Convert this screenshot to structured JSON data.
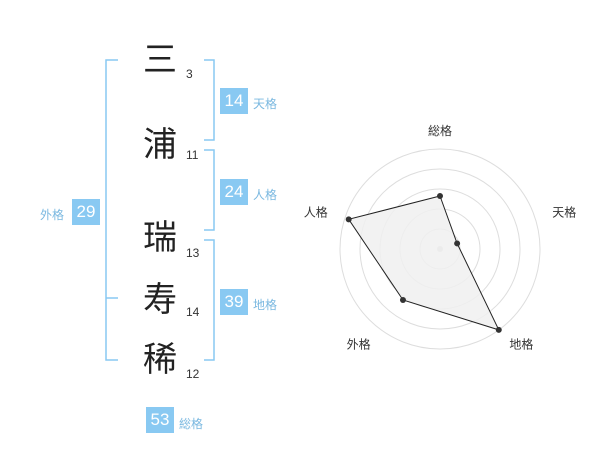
{
  "name": {
    "chars": [
      {
        "char": "三",
        "strokes": "3"
      },
      {
        "char": "浦",
        "strokes": "11"
      },
      {
        "char": "瑞",
        "strokes": "13"
      },
      {
        "char": "寿",
        "strokes": "14"
      },
      {
        "char": "稀",
        "strokes": "12"
      }
    ]
  },
  "kakaku": {
    "tenkaku": {
      "value": "14",
      "label": "天格"
    },
    "jinkaku": {
      "value": "24",
      "label": "人格"
    },
    "chikaku": {
      "value": "39",
      "label": "地格"
    },
    "gaikaku": {
      "value": "29",
      "label": "外格"
    },
    "soukaku": {
      "value": "53",
      "label": "総格"
    }
  },
  "chart_data": {
    "type": "radar",
    "axes": [
      "総格",
      "天格",
      "地格",
      "外格",
      "人格"
    ],
    "values": [
      0.53,
      0.18,
      1.0,
      0.63,
      0.96
    ],
    "max": 1.0,
    "rings": 5,
    "fill_color": "#f0f0f0",
    "line_color": "#222222",
    "ring_color": "#dddddd"
  },
  "colors": {
    "accent": "#89c9f2",
    "accent_text": "#7ab8e0"
  }
}
